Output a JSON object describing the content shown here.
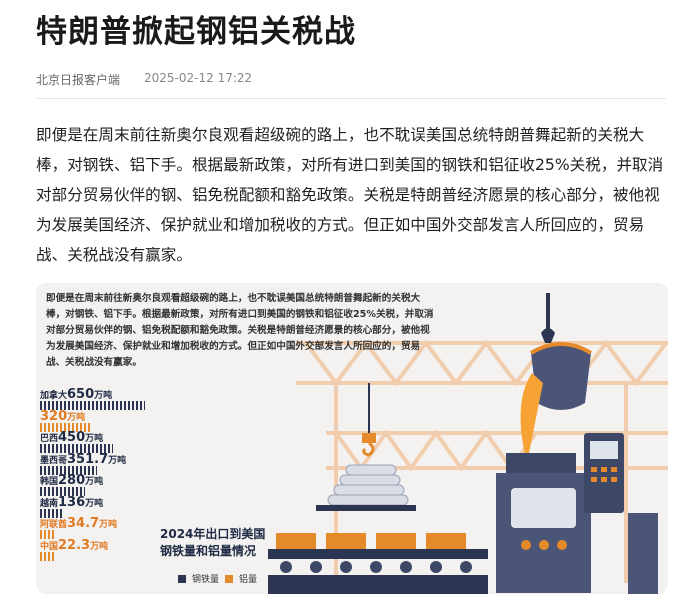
{
  "article": {
    "title": "特朗普掀起钢铝关税战",
    "source": "北京日报客户端",
    "datetime": "2025-02-12 17:22",
    "paragraph": "即便是在周末前往新奥尔良观看超级碗的路上，也不耽误美国总统特朗普舞起新的关税大棒，对钢铁、铝下手。根据最新政策，对所有进口到美国的钢铁和铝征收25%关税，并取消对部分贸易伙伴的钢、铝免税配额和豁免政策。关税是特朗普经济愿景的核心部分，被他视为发展美国经济、保护就业和增加税收的方式。但正如中国外交部发言人所回应的，贸易战、关税战没有赢家。"
  },
  "figure": {
    "text": "即便是在周末前往新奥尔良观看超级碗的路上，也不耽误美国总统特朗普舞起新的关税大棒，对钢铁、铝下手。根据最新政策，对所有进口到美国的钢铁和铝征收25%关税，并取消对部分贸易伙伴的钢、铝免税配额和豁免政策。关税是特朗普经济愿景的核心部分，被他视为发展美国经济、保护就业和增加税收的方式。但正如中国外交部发言人所回应的，贸易战、关税战没有赢家。",
    "caption_line1": "2024年出口到美国",
    "caption_line2": "钢铁量和铝量情况",
    "legend_steel": "钢铁量",
    "legend_aluminum": "铝量"
  },
  "chart_data": {
    "type": "bar",
    "title": "2024年出口到美国钢铁量和铝量情况",
    "unit": "万吨",
    "series": [
      {
        "name": "钢铁量",
        "color": "#2b3552",
        "points": [
          {
            "category": "加拿大",
            "value": 650
          },
          {
            "category": "巴西",
            "value": 450
          },
          {
            "category": "墨西哥",
            "value": 351.7
          },
          {
            "category": "韩国",
            "value": 280
          },
          {
            "category": "越南",
            "value": 136
          }
        ]
      },
      {
        "name": "铝量",
        "color": "#e58a2b",
        "points": [
          {
            "category": "加拿大",
            "value": 320
          },
          {
            "category": "阿联酋",
            "value": 34.7
          },
          {
            "category": "中国",
            "value": 22.3
          }
        ]
      }
    ],
    "rows": [
      {
        "label": "加拿大",
        "value": "650",
        "unit": "万吨",
        "series": "steel"
      },
      {
        "label": "",
        "value": "320",
        "unit": "万吨",
        "series": "aluminum"
      },
      {
        "label": "巴西",
        "value": "450",
        "unit": "万吨",
        "series": "steel"
      },
      {
        "label": "墨西哥",
        "value": "351.7",
        "unit": "万吨",
        "series": "steel"
      },
      {
        "label": "韩国",
        "value": "280",
        "unit": "万吨",
        "series": "steel"
      },
      {
        "label": "越南",
        "value": "136",
        "unit": "万吨",
        "series": "steel"
      },
      {
        "label": "阿联酋",
        "value": "34.7",
        "unit": "万吨",
        "series": "aluminum"
      },
      {
        "label": "中国",
        "value": "22.3",
        "unit": "万吨",
        "series": "aluminum"
      }
    ]
  },
  "colors": {
    "steel": "#2b3552",
    "aluminum": "#e58a2b",
    "background": "#f3f2f0"
  }
}
